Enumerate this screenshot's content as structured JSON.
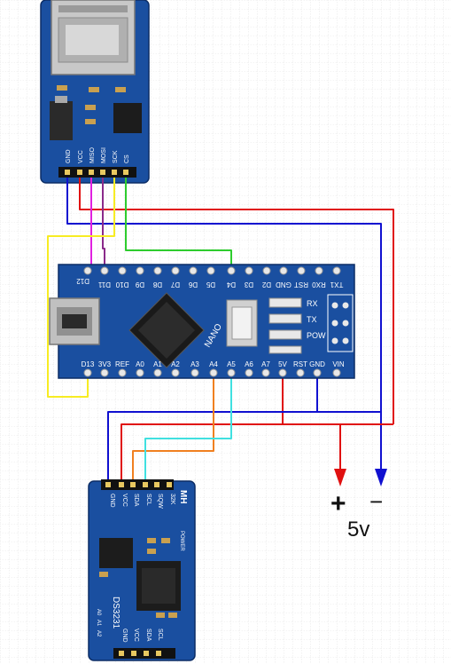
{
  "sd_module": {
    "pins": [
      "GND",
      "VCC",
      "MISO",
      "MOSI",
      "SCK",
      "CS"
    ]
  },
  "nano": {
    "name": "NANO",
    "top_pins": [
      "D12",
      "D11",
      "D10",
      "D9",
      "D8",
      "D7",
      "D6",
      "D5",
      "D4",
      "D3",
      "D2",
      "GND",
      "RST",
      "RX0",
      "TX1"
    ],
    "bottom_pins": [
      "D13",
      "3V3",
      "REF",
      "A0",
      "A1",
      "A2",
      "A3",
      "A4",
      "A5",
      "A6",
      "A7",
      "5V",
      "RST",
      "GND",
      "VIN"
    ],
    "leds": [
      "RX",
      "TX",
      "POW"
    ]
  },
  "rtc_module": {
    "brand": "MH",
    "pins": [
      "GND",
      "VCC",
      "SDA",
      "SCL",
      "SQW",
      "32K"
    ],
    "bottom_pins": [
      "GND",
      "VCC",
      "SDA",
      "SCL"
    ],
    "chip": "DS3231",
    "power_label": "POWER",
    "addr_pins": [
      "A0",
      "A1",
      "A2"
    ]
  },
  "power": {
    "plus": "+",
    "minus": "−",
    "voltage": "5v"
  },
  "colors": {
    "red": "#e01010",
    "blue": "#1010d0",
    "yellow": "#f7ec23",
    "magenta": "#e020e0",
    "purple": "#8a2a8a",
    "green": "#2ecc2e",
    "orange": "#f08020",
    "cyan": "#40e0e0",
    "board": "#1a4fa0"
  }
}
